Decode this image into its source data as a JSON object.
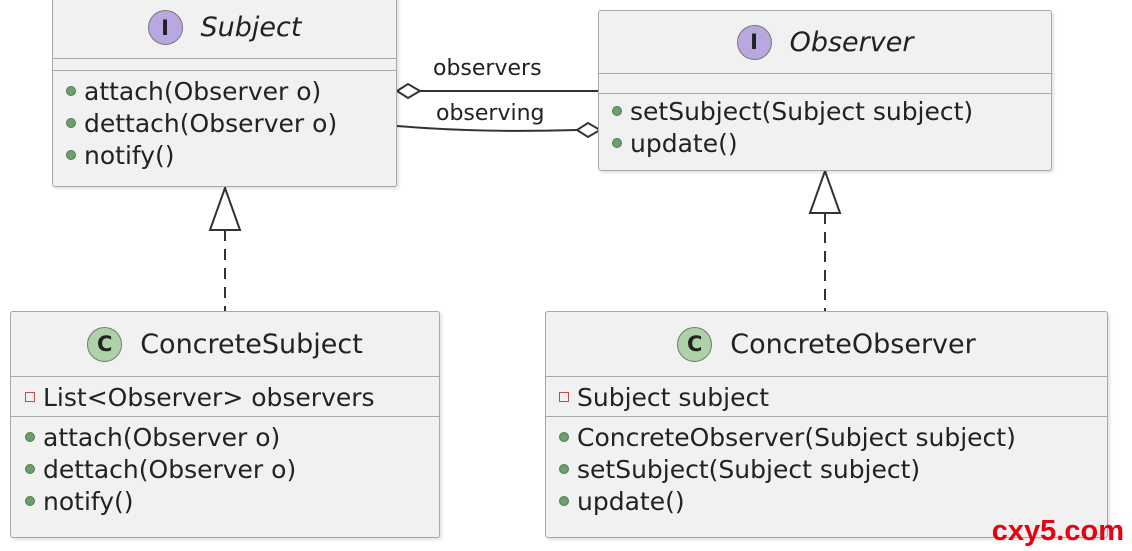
{
  "classes": {
    "subject": {
      "stereotype": "I",
      "name": "Subject",
      "methods": [
        "attach(Observer o)",
        "dettach(Observer o)",
        "notify()"
      ]
    },
    "observer": {
      "stereotype": "I",
      "name": "Observer",
      "methods": [
        "setSubject(Subject subject)",
        "update()"
      ]
    },
    "concrete_subject": {
      "stereotype": "C",
      "name": "ConcreteSubject",
      "fields": [
        "List<Observer> observers"
      ],
      "methods": [
        "attach(Observer o)",
        "dettach(Observer o)",
        "notify()"
      ]
    },
    "concrete_observer": {
      "stereotype": "C",
      "name": "ConcreteObserver",
      "fields": [
        "Subject subject"
      ],
      "methods": [
        "ConcreteObserver(Subject subject)",
        "setSubject(Subject subject)",
        "update()"
      ]
    }
  },
  "associations": {
    "observers_label": "observers",
    "observing_label": "observing"
  },
  "watermark": "cxy5.com"
}
